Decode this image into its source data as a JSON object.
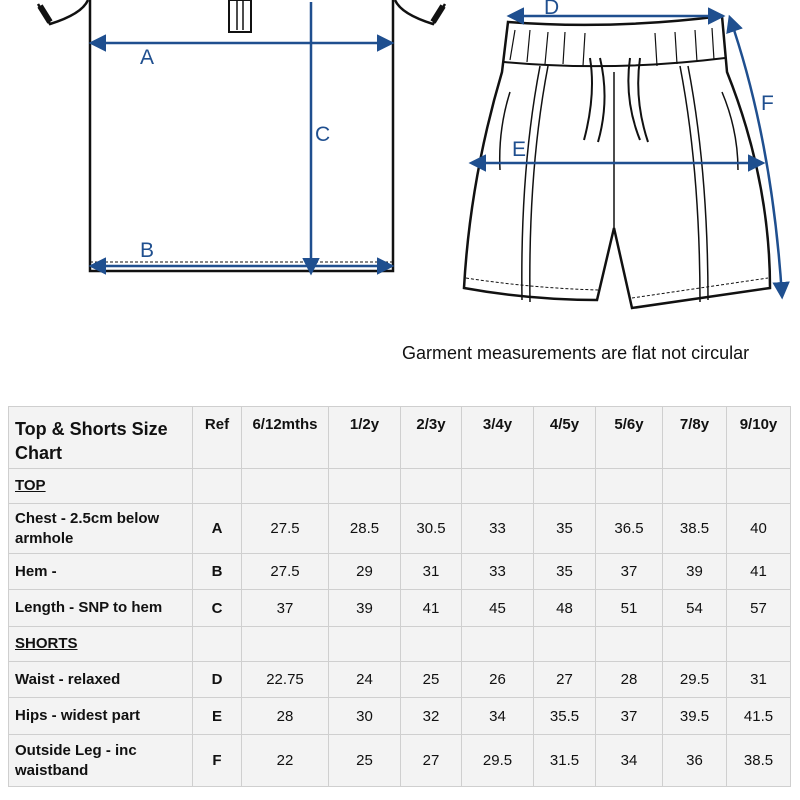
{
  "diagram": {
    "letters": {
      "a": "A",
      "b": "B",
      "c": "C",
      "d": "D",
      "e": "E",
      "f": "F"
    },
    "arrow_color": "#1f4f8f",
    "outline_color": "#111111"
  },
  "note": "Garment measurements are flat not circular",
  "table": {
    "title_line1": "Top & Shorts Size",
    "title_line2": "Chart",
    "ref_header": "Ref",
    "sizes": [
      "6/12mths",
      "1/2y",
      "2/3y",
      "3/4y",
      "4/5y",
      "5/6y",
      "7/8y",
      "9/10y"
    ],
    "rows": [
      {
        "section": "TOP"
      },
      {
        "label1": "Chest - 2.5cm below",
        "label2": "armhole",
        "ref": "A",
        "values": [
          "27.5",
          "28.5",
          "30.5",
          "33",
          "35",
          "36.5",
          "38.5",
          "40"
        ]
      },
      {
        "label1": "Hem -",
        "label2": "",
        "ref": "B",
        "values": [
          "27.5",
          "29",
          "31",
          "33",
          "35",
          "37",
          "39",
          "41"
        ]
      },
      {
        "label1": "Length - SNP to hem",
        "label2": "",
        "ref": "C",
        "values": [
          "37",
          "39",
          "41",
          "45",
          "48",
          "51",
          "54",
          "57"
        ]
      },
      {
        "section": "SHORTS"
      },
      {
        "label1": "Waist - relaxed",
        "label2": "",
        "ref": "D",
        "values": [
          "22.75",
          "24",
          "25",
          "26",
          "27",
          "28",
          "29.5",
          "31"
        ]
      },
      {
        "label1": "Hips - widest part",
        "label2": "",
        "ref": "E",
        "values": [
          "28",
          "30",
          "32",
          "34",
          "35.5",
          "37",
          "39.5",
          "41.5"
        ]
      },
      {
        "label1": "Outside Leg - inc",
        "label2": "waistband",
        "ref": "F",
        "values": [
          "22",
          "25",
          "27",
          "29.5",
          "31.5",
          "34",
          "36",
          "38.5"
        ]
      }
    ]
  }
}
